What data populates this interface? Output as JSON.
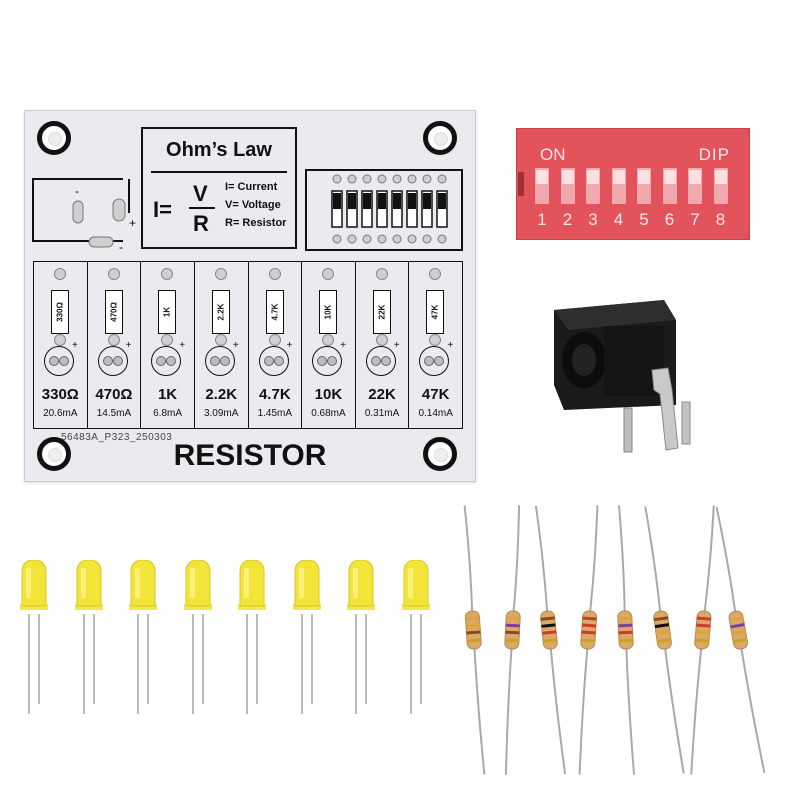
{
  "pcb": {
    "ohms_law_title": "Ohm’s Law",
    "formula": {
      "i": "I=",
      "v": "V",
      "r": "R"
    },
    "legend": [
      "I= Current",
      "V= Voltage",
      "R= Resistor"
    ],
    "polarity_minus": "-",
    "polarity_plus": "+",
    "cells": [
      {
        "resistor_label": "330Ω",
        "value": "330Ω",
        "current": "20.6mA"
      },
      {
        "resistor_label": "470Ω",
        "value": "470Ω",
        "current": "14.5mA"
      },
      {
        "resistor_label": "1K",
        "value": "1K",
        "current": "6.8mA"
      },
      {
        "resistor_label": "2.2K",
        "value": "2.2K",
        "current": "3.09mA"
      },
      {
        "resistor_label": "4.7K",
        "value": "4.7K",
        "current": "1.45mA"
      },
      {
        "resistor_label": "10K",
        "value": "10K",
        "current": "0.68mA"
      },
      {
        "resistor_label": "22K",
        "value": "22K",
        "current": "0.31mA"
      },
      {
        "resistor_label": "47K",
        "value": "47K",
        "current": "0.14mA"
      }
    ],
    "led_plus": "+",
    "code": "56483A_P323_250303",
    "title": "RESISTOR",
    "colors": {
      "board": "#e9ebef",
      "ink": "#111111"
    }
  },
  "dip_switch": {
    "on_label": "ON",
    "brand_label": "DIP",
    "numbers": [
      "1",
      "2",
      "3",
      "4",
      "5",
      "6",
      "7",
      "8"
    ],
    "colors": {
      "body": "#e3535c",
      "switch": "#f2a9ae"
    }
  },
  "leds": {
    "count": 8,
    "color": "#f3e43a"
  },
  "resistors": {
    "count": 8,
    "body_color": "#d9a96b"
  }
}
